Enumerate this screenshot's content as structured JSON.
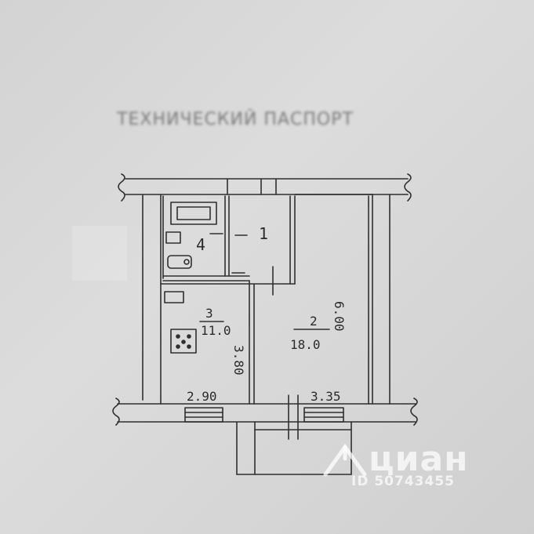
{
  "header": {
    "title": "ТЕХНИЧЕСКИЙ ПАСПОРТ",
    "subtitle": ""
  },
  "rooms": [
    {
      "number": "1"
    },
    {
      "number": "2",
      "area": "18.0"
    },
    {
      "number": "3",
      "area": "11.0"
    },
    {
      "number": "4"
    }
  ],
  "dimensions": {
    "room2_height": "6.00",
    "room3_height": "3.80",
    "room3_width": "2.90",
    "room2_width": "3.35"
  },
  "watermark": {
    "brand": "циан",
    "id": "ID 50743455"
  },
  "colors": {
    "paper": "#d6d6d6",
    "ink": "#2b2b2b",
    "watermark": "#ffffff"
  }
}
